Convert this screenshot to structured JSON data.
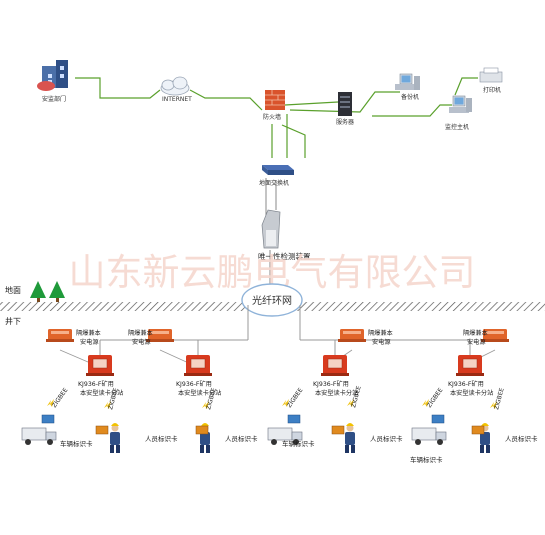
{
  "top": {
    "supervisor": "安监部门",
    "internet": "INTERNET",
    "firewall": "防火墙",
    "server": "服务器",
    "backup": "备份机",
    "printer": "打印机",
    "monitor": "监控主机",
    "switch": "地面交换机",
    "detector": "唯一性检测装置"
  },
  "watermark": "山东新云鹏电气有限公司",
  "ground": {
    "surface_label": "地面",
    "underground_label": "井下",
    "ring_label": "光纤环网"
  },
  "stations": [
    {
      "power_label_1": "隔爆兼本",
      "power_label_2": "安电源",
      "station_label_1": "KJ936-F矿用",
      "station_label_2": "本安型读卡分站",
      "zigbee_1": "ZIGBEE",
      "zigbee_2": "ZIGBEE",
      "vehicle_card": "车辆标识卡",
      "person_card": "人员标识卡"
    },
    {
      "power_label_1": "隔爆兼本",
      "power_label_2": "安电源",
      "station_label_1": "KJ936-F矿用",
      "station_label_2": "本安型读卡分站",
      "zigbee_1": "ZIGBEE",
      "person_card": "人员标识卡"
    },
    {
      "power_label_1": "隔爆兼本",
      "power_label_2": "安电源",
      "station_label_1": "KJ936-F矿用",
      "station_label_2": "本安型读卡分站",
      "zigbee_1": "ZIGBEE",
      "zigbee_2": "ZIGBEE",
      "vehicle_card": "车辆标识卡",
      "person_card": "人员标识卡"
    },
    {
      "power_label_1": "隔爆兼本",
      "power_label_2": "安电源",
      "station_label_1": "KJ936-F矿用",
      "station_label_2": "本安型读卡分站",
      "zigbee_1": "ZIGBEE",
      "zigbee_2": "ZIGBEE",
      "vehicle_card": "车辆标识卡",
      "person_card": "人员标识卡"
    }
  ],
  "colors": {
    "network_line": "#5aa02c",
    "station_red": "#d83a1e",
    "power_orange": "#e0642a",
    "tree_green": "#1f9a3a",
    "zigbee_yellow": "#f0c419"
  }
}
